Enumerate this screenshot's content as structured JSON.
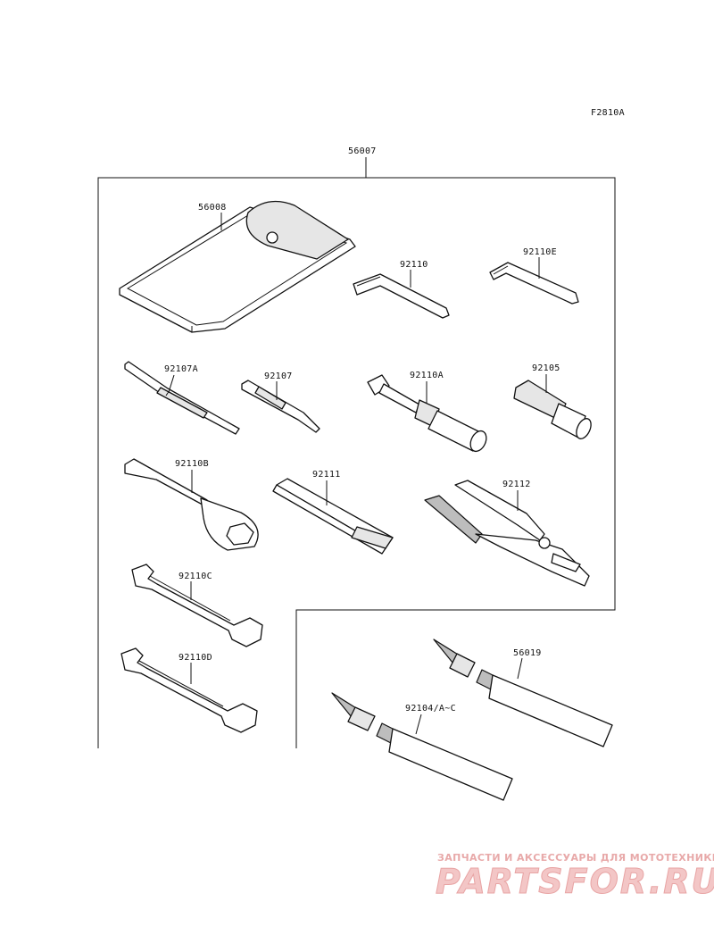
{
  "figure_code": "F2810A",
  "assembly": {
    "part_no": "56007"
  },
  "parts": [
    {
      "key": "pouch",
      "part_no": "56008"
    },
    {
      "key": "hex_key",
      "part_no": "92110"
    },
    {
      "key": "hex_key_e",
      "part_no": "92110E"
    },
    {
      "key": "screwdriver_a",
      "part_no": "92107A"
    },
    {
      "key": "screwdriver",
      "part_no": "92107"
    },
    {
      "key": "socket_extension",
      "part_no": "92110A"
    },
    {
      "key": "bit_holder",
      "part_no": "92105"
    },
    {
      "key": "box_wrench",
      "part_no": "92110B"
    },
    {
      "key": "extension_bar",
      "part_no": "92111"
    },
    {
      "key": "pliers",
      "part_no": "92112"
    },
    {
      "key": "open_wrench_c",
      "part_no": "92110C"
    },
    {
      "key": "open_wrench_d",
      "part_no": "92110D"
    },
    {
      "key": "grease_tube",
      "part_no": "56019"
    },
    {
      "key": "bond_tube",
      "part_no": "92104/A~C"
    }
  ],
  "watermark": {
    "tagline": "ЗАПЧАСТИ И АКСЕССУАРЫ ДЛЯ МОТОТЕХНИКИ",
    "logo": "PARTSFOR.RU"
  }
}
